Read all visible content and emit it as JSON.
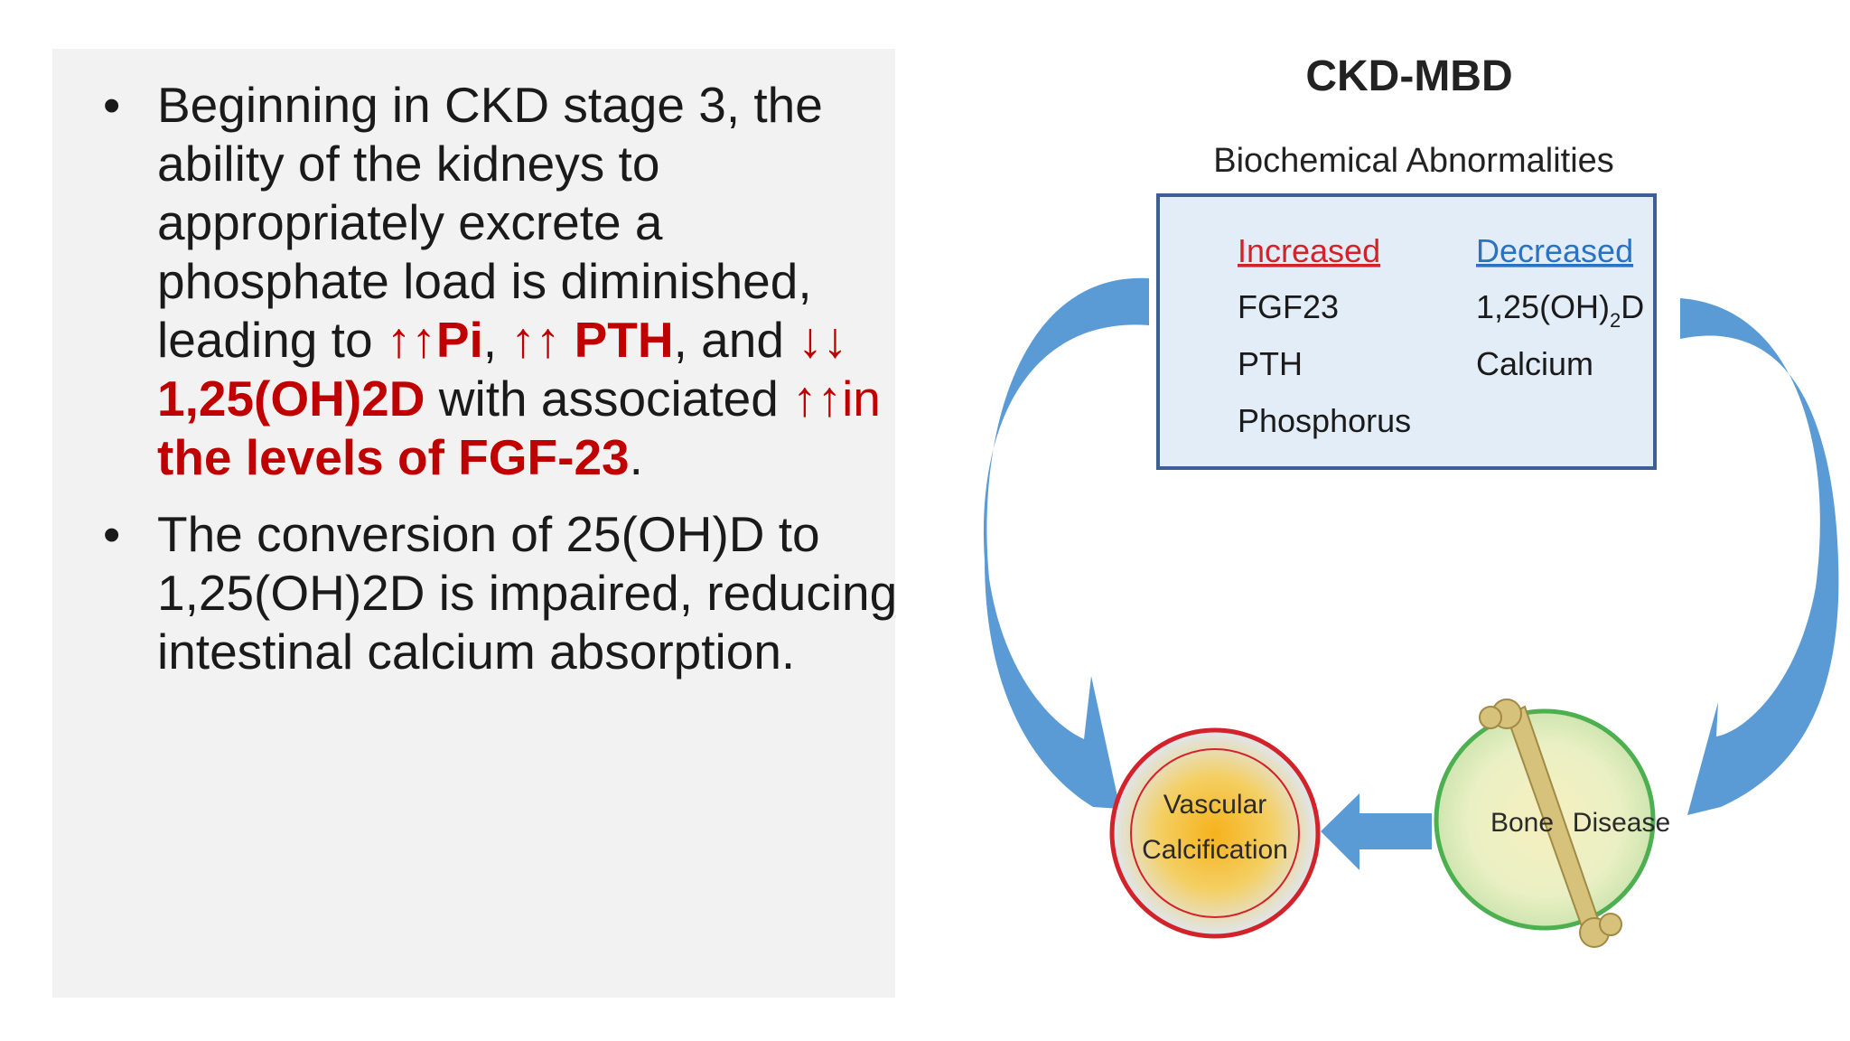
{
  "bullets": [
    {
      "marker": "•",
      "parts": [
        "Beginning in CKD stage 3, the ability of the kidneys to appropriately excrete a phosphate load is diminished, leading to ",
        "↑↑",
        "Pi",
        ", ",
        "↑↑ ",
        "PTH",
        ", and ",
        "↓↓ ",
        "1,25(OH)2D",
        " with associated ",
        "↑↑",
        "in ",
        "the levels of FGF-23",
        "."
      ]
    },
    {
      "marker": "•",
      "text": " The conversion of 25(OH)D to 1,25(OH)2D is impaired, reducing intestinal calcium absorption."
    }
  ],
  "diagram": {
    "title": "CKD-MBD",
    "subtitle": "Biochemical Abnormalities",
    "increased": {
      "heading": "Increased",
      "items": [
        "FGF23",
        "PTH",
        "Phosphorus"
      ]
    },
    "decreased": {
      "heading": "Decreased",
      "items_plain": [
        "1,25(OH)",
        "2",
        "D",
        "Calcium"
      ]
    },
    "vascular": {
      "line1": "Vascular",
      "line2": "Calcification"
    },
    "bone": {
      "left": "Bone",
      "right": "Disease"
    },
    "colors": {
      "arrow_blue": "#5b9bd5",
      "box_fill": "#e3edf8",
      "box_border": "#3c5f95",
      "red_ring": "#d2232a",
      "green_ring": "#4caf50",
      "text_red": "#c00000"
    }
  }
}
